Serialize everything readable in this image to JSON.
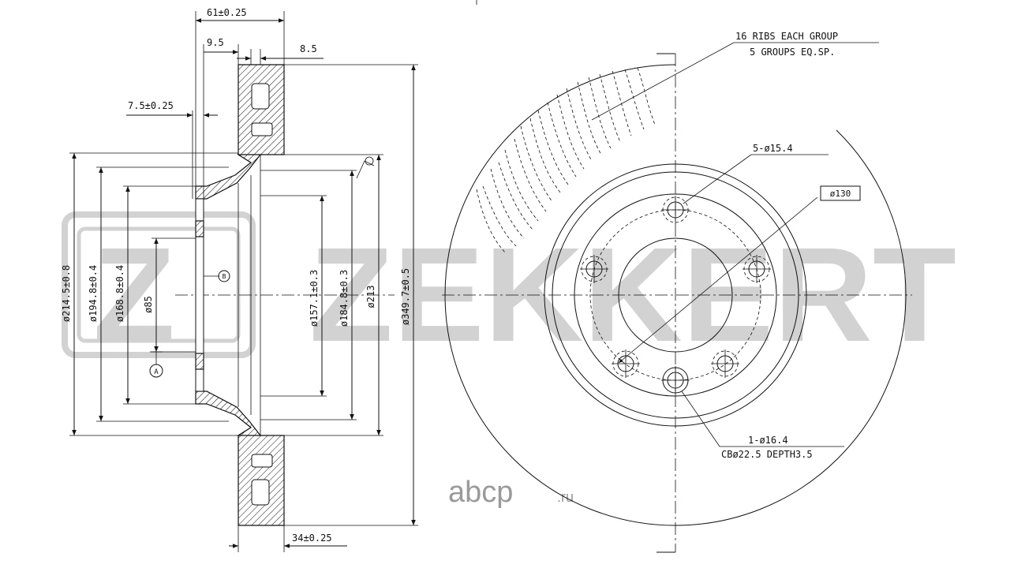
{
  "watermark": {
    "brand": "ZEKKERT",
    "logo_letter": "Z"
  },
  "site_badge": {
    "name": "abcp",
    "tld": ".ru"
  },
  "section_view": {
    "dimensions": {
      "overall_thickness": "61±0.25",
      "offset_9_5": "9.5",
      "offset_8_5": "8.5",
      "hat_thickness": "7.5±0.25",
      "disc_thickness": "34±0.25",
      "d_214_5": "ø214.5±0.8",
      "d_194_8": "ø194.8±0.4",
      "d_168_8": "ø168.8±0.4",
      "d_85": "ø85",
      "d_157_1": "ø157.1±0.3",
      "d_184_8": "ø184.8±0.3",
      "d_213": "ø213",
      "d_349_7": "ø349.7±0.5"
    },
    "datum_a": "A",
    "datum_b": "B"
  },
  "front_view": {
    "ribs_note_line1": "16 RIBS EACH GROUP",
    "ribs_note_line2": "5 GROUPS EQ.SP.",
    "bolt_holes": "5-ø15.4",
    "pcd": "ø130",
    "locator_line1": "1-ø16.4",
    "locator_line2": "CBø22.5 DEPTH3.5"
  },
  "colors": {
    "line": "#111111",
    "watermark": "#d2d2d2",
    "badge": "#9a9a9a"
  }
}
